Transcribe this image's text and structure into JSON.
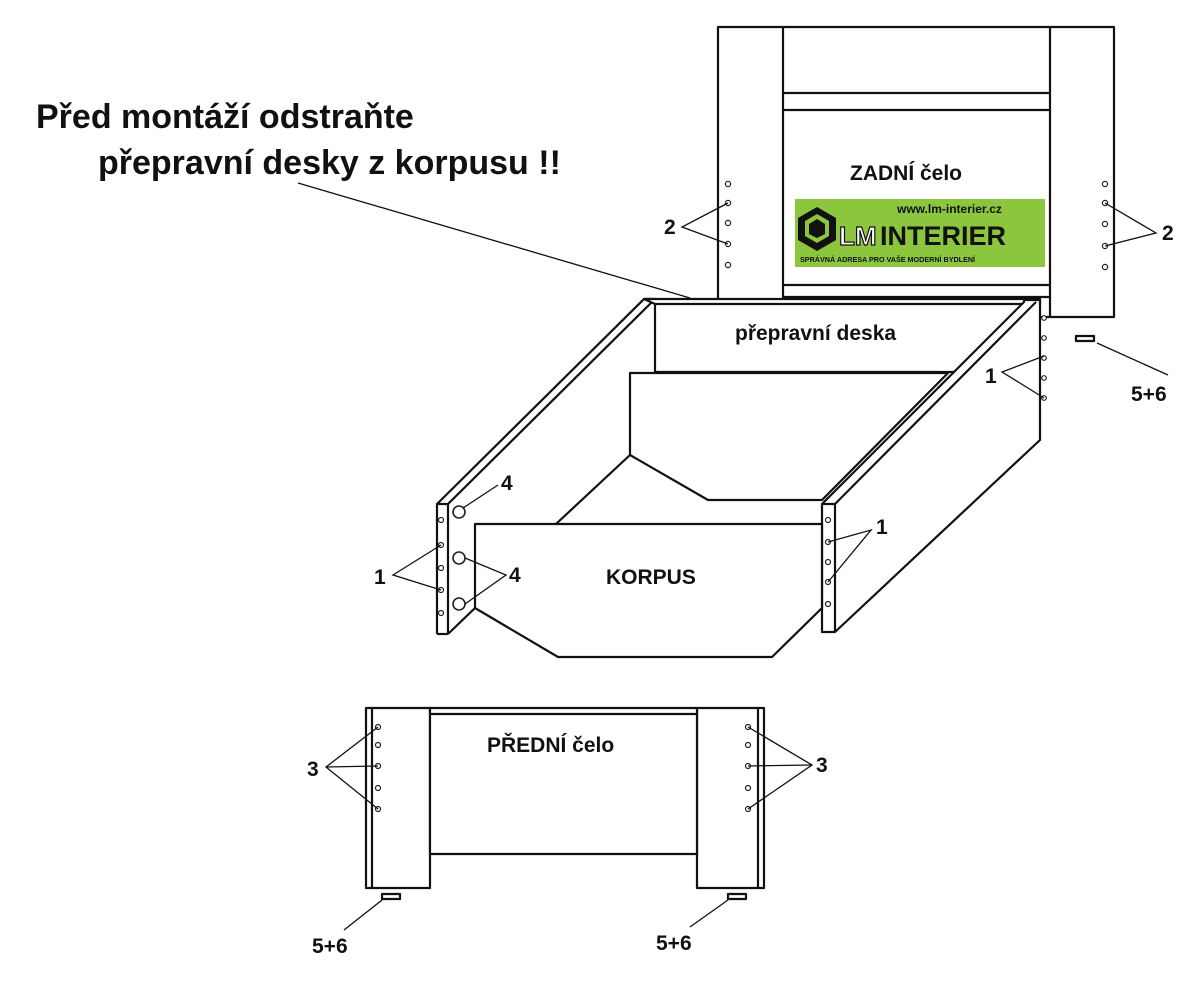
{
  "instruction": {
    "line1": "Před montáží odstraňte",
    "line2": "přepravní desky z korpusu !!"
  },
  "parts": {
    "back_headboard": "ZADNÍ čelo",
    "transport_board": "přepravní deska",
    "body": "KORPUS",
    "front_footboard": "PŘEDNÍ čelo"
  },
  "callouts": {
    "c2_left": "2",
    "c2_right": "2",
    "c1_back_right": "1",
    "c56_back": "5+6",
    "c4_top": "4",
    "c4_mid": "4",
    "c1_front_left": "1",
    "c1_front_right": "1",
    "c3_left": "3",
    "c3_right": "3",
    "c56_front_left": "5+6",
    "c56_front_right": "5+6"
  },
  "logo": {
    "url": "www.lm-interier.cz",
    "mark": "LM",
    "name": "INTERIER",
    "tagline": "SPRÁVNÁ ADRESA PRO VAŠE MODERNÍ BYDLENÍ",
    "background_color": "#8cc63f",
    "text_color": "#111111"
  },
  "colors": {
    "line": "#111111",
    "background": "#ffffff"
  }
}
